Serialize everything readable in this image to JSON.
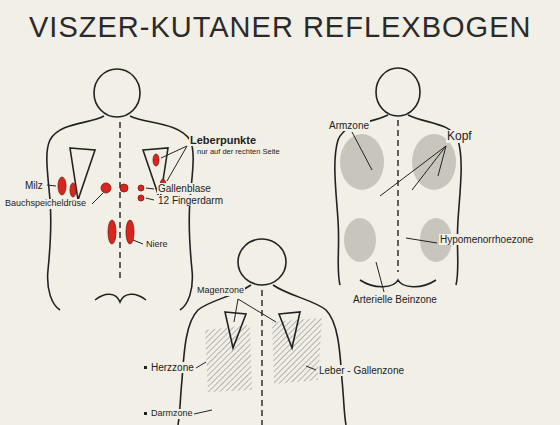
{
  "diagram": {
    "title": "VISZER-KUTANER REFLEXBOGEN",
    "labels": [
      "Leberpunkte",
      "nur auf der rechten Seite",
      "Milz",
      "Bauchspeicheldrüse",
      "Gallenblase",
      "12 Fingerdarm",
      "Niere",
      "Armzone",
      "Kopf",
      "Hypomenorrhoezone",
      "Arterielle Beinzone",
      "Magenzone",
      "Herzzone",
      "Leber - Gallenzone",
      "Darmzone"
    ]
  }
}
